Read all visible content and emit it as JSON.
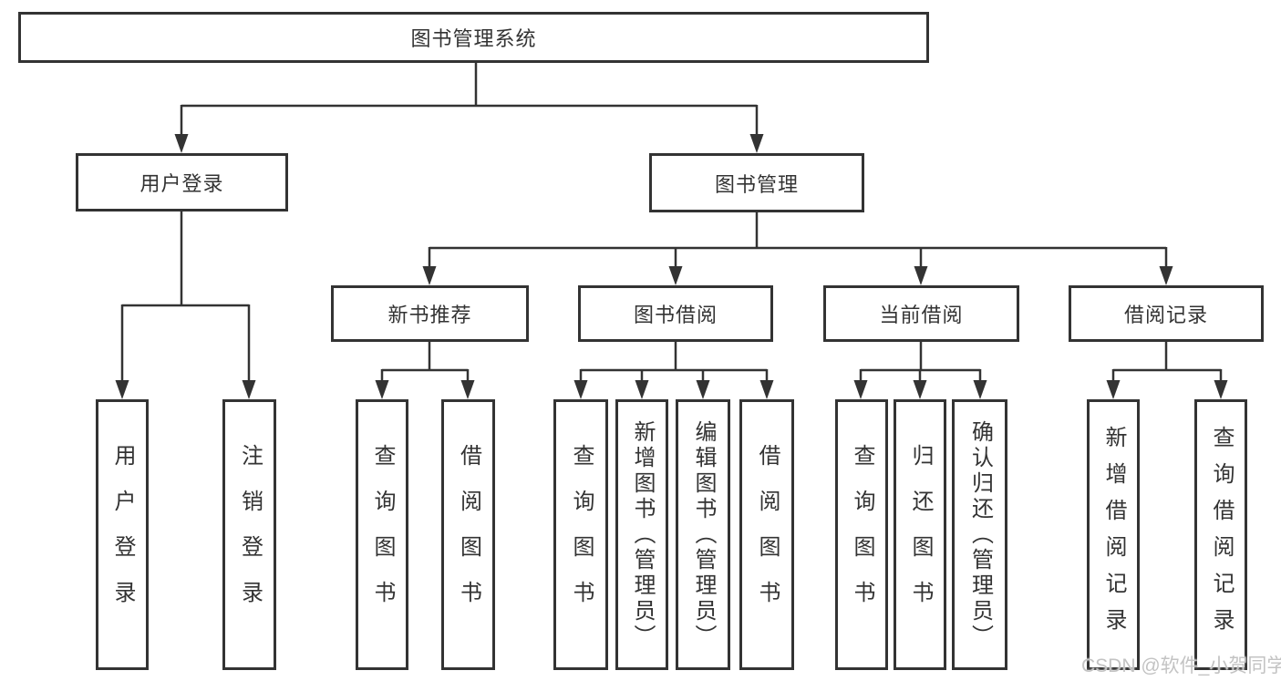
{
  "colors": {
    "line": "#333333",
    "text": "#333333",
    "watermark": "#c3c3c3",
    "background": "#ffffff"
  },
  "watermark": {
    "text": "CSDN @软件_小贺同学"
  },
  "diagram": {
    "root": {
      "label": "图书管理系统"
    },
    "level2": [
      {
        "label": "用户登录"
      },
      {
        "label": "图书管理"
      }
    ],
    "level3": [
      {
        "label": "新书推荐",
        "parent": "图书管理"
      },
      {
        "label": "图书借阅",
        "parent": "图书管理"
      },
      {
        "label": "当前借阅",
        "parent": "图书管理"
      },
      {
        "label": "借阅记录",
        "parent": "图书管理"
      }
    ],
    "leaves": [
      {
        "label": "用户登录",
        "parent": "用户登录"
      },
      {
        "label": "注销登录",
        "parent": "用户登录"
      },
      {
        "label": "查询图书",
        "parent": "新书推荐"
      },
      {
        "label": "借阅图书",
        "parent": "新书推荐"
      },
      {
        "label": "查询图书",
        "parent": "图书借阅"
      },
      {
        "label": "新增图书（管理员）",
        "parent": "图书借阅"
      },
      {
        "label": "编辑图书（管理员）",
        "parent": "图书借阅"
      },
      {
        "label": "借阅图书",
        "parent": "图书借阅"
      },
      {
        "label": "查询图书",
        "parent": "当前借阅"
      },
      {
        "label": "归还图书",
        "parent": "当前借阅"
      },
      {
        "label": "确认归还（管理员）",
        "parent": "当前借阅"
      },
      {
        "label": "新增借阅记录",
        "parent": "借阅记录"
      },
      {
        "label": "查询借阅记录",
        "parent": "借阅记录"
      }
    ]
  }
}
